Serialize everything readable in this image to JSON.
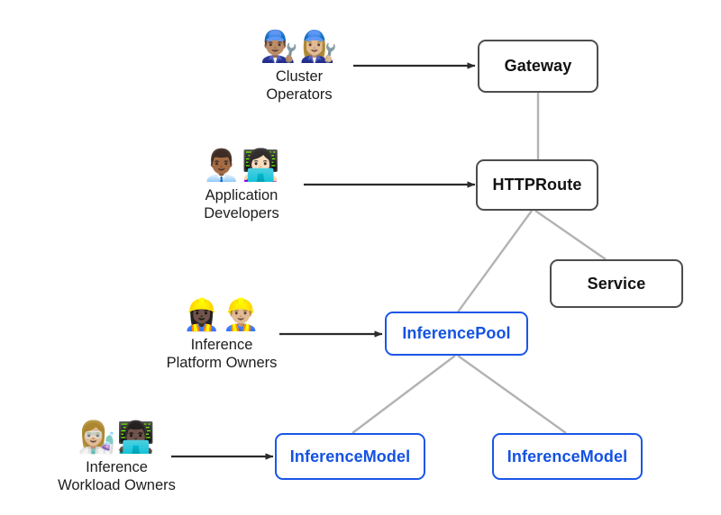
{
  "diagram": {
    "title": "Gateway API Inference Extension personas and resources",
    "background": "#ffffff",
    "colors": {
      "core_border": "#4d4d4d",
      "core_text": "#121212",
      "inference_border": "#1a56e8",
      "inference_text": "#1352e2",
      "connector_line": "#b3b3b3",
      "arrow": "#2b2b2b"
    }
  },
  "personas": [
    {
      "id": "cluster-operators",
      "label": "Cluster\nOperators",
      "emojis": "👨🏽‍🔧👩🏼‍🔧",
      "icon_names": [
        "mechanic-man-icon",
        "mechanic-woman-icon"
      ],
      "targets": "Gateway"
    },
    {
      "id": "application-developers",
      "label": "Application\nDevelopers",
      "emojis": "👨🏾‍💼👩🏻‍💻",
      "icon_names": [
        "office-worker-icon",
        "technologist-icon"
      ],
      "targets": "HTTPRoute"
    },
    {
      "id": "inference-platform-owners",
      "label": "Inference\nPlatform Owners",
      "emojis": "👷🏿‍♀️👷🏼‍♂️",
      "icon_names": [
        "construction-worker-woman-icon",
        "construction-worker-man-icon"
      ],
      "targets": "InferencePool"
    },
    {
      "id": "inference-workload-owners",
      "label": "Inference\nWorkload Owners",
      "emojis": "👩🏼‍🔬👨🏿‍💻",
      "icon_names": [
        "scientist-icon",
        "technologist-dark-icon"
      ],
      "targets": "InferenceModel"
    }
  ],
  "nodes": [
    {
      "id": "gateway",
      "label": "Gateway",
      "kind": "core"
    },
    {
      "id": "httproute",
      "label": "HTTPRoute",
      "kind": "core"
    },
    {
      "id": "service",
      "label": "Service",
      "kind": "core"
    },
    {
      "id": "inferencepool",
      "label": "InferencePool",
      "kind": "inference"
    },
    {
      "id": "inferencemodel1",
      "label": "InferenceModel",
      "kind": "inference"
    },
    {
      "id": "inferencemodel2",
      "label": "InferenceModel",
      "kind": "inference"
    }
  ],
  "edges": [
    {
      "from": "gateway",
      "to": "httproute",
      "style": "line"
    },
    {
      "from": "httproute",
      "to": "inferencepool",
      "style": "line"
    },
    {
      "from": "httproute",
      "to": "service",
      "style": "line"
    },
    {
      "from": "inferencepool",
      "to": "inferencemodel1",
      "style": "line"
    },
    {
      "from": "inferencepool",
      "to": "inferencemodel2",
      "style": "line"
    }
  ],
  "persona_arrows": [
    {
      "from": "cluster-operators",
      "to": "gateway",
      "style": "arrow"
    },
    {
      "from": "application-developers",
      "to": "httproute",
      "style": "arrow"
    },
    {
      "from": "inference-platform-owners",
      "to": "inferencepool",
      "style": "arrow"
    },
    {
      "from": "inference-workload-owners",
      "to": "inferencemodel1",
      "style": "arrow"
    }
  ]
}
